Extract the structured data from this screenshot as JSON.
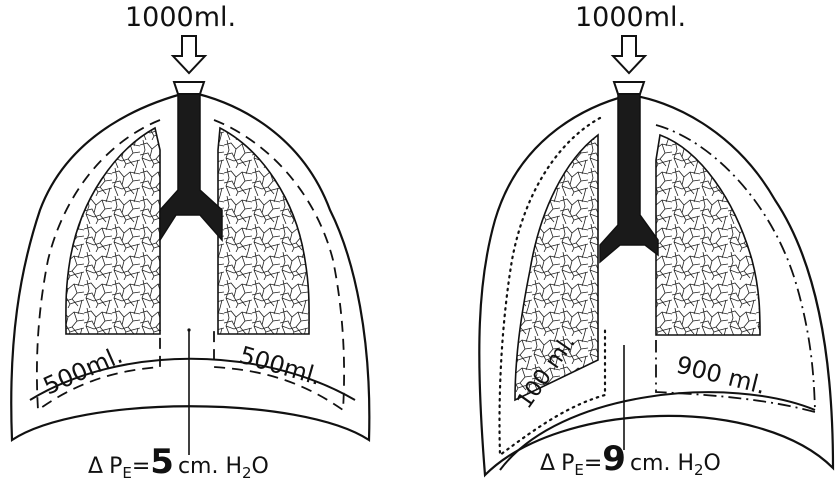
{
  "left_diagram": {
    "inflow_label": "1000ml.",
    "left_lung_volume": "500ml.",
    "right_lung_volume": "500ml.",
    "pressure": {
      "delta_symbol": "Δ",
      "p_label": "P",
      "subscript": "E",
      "equals": "=",
      "value": "5",
      "unit": "cm. H",
      "unit_sub": "2",
      "unit_end": "O"
    }
  },
  "right_diagram": {
    "inflow_label": "1000ml.",
    "left_lung_volume": "100 ml.",
    "right_lung_volume": "900 ml.",
    "pressure": {
      "delta_symbol": "Δ",
      "p_label": "P",
      "subscript": "E",
      "equals": "=",
      "value": "9",
      "unit": "cm. H",
      "unit_sub": "2",
      "unit_end": "O"
    }
  },
  "colors": {
    "ink": "#111111",
    "airway": "#1a1a1a",
    "background": "#ffffff"
  }
}
